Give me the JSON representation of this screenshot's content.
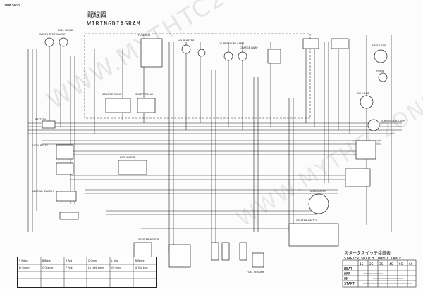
{
  "header": {
    "doc_id": "YOOK3463",
    "title_jp": "配線図",
    "title_en": "WIRINGDIAGRAM"
  },
  "watermark": {
    "text": "WWW.MYTHTC2ONLIFTKITS.COM"
  },
  "starter_switch_table": {
    "title_jp": "スタータスイッチ接続表",
    "title_en": "STARTER SWITCH CONECT TABLE",
    "columns": [
      "1S",
      "2S",
      "3S",
      "4S",
      "5S",
      "6S"
    ],
    "rows": [
      "HEAT",
      "OFF",
      "ON",
      "START"
    ]
  },
  "components": [
    "WATER TEMP GAUGE",
    "FUEL GAUGE",
    "OIL PRESSURE LAMP",
    "CHARGE LAMP",
    "STARTER RELAY",
    "SAFETY RELAY",
    "GLOW RELAY",
    "HEADLAMP",
    "TAIL LAMP",
    "TURN SIGNAL LAMP",
    "HORN",
    "BATTERY",
    "ALTERNATOR",
    "STARTER MOTOR",
    "REGULATOR",
    "FUSE BOX",
    "STARTER SWITCH",
    "HOUR METER",
    "NEUTRAL SWITCH",
    "FUEL SENDER"
  ],
  "legend": {
    "colors": [
      "Y Yellow",
      "B Black",
      "R Red",
      "G Green",
      "L Blue",
      "W White",
      "Br Brown",
      "O Orange",
      "P Pink",
      "Lg Light green",
      "Gy Gray",
      "Sb Sky blue"
    ]
  }
}
